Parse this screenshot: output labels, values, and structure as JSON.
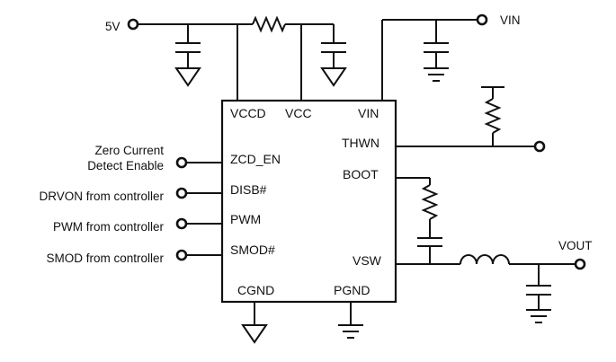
{
  "chip": {
    "pins": {
      "vccd": "VCCD",
      "vcc": "VCC",
      "vin": "VIN",
      "thwn": "THWN",
      "zcd_en": "ZCD_EN",
      "boot": "BOOT",
      "disb": "DISB#",
      "pwm": "PWM",
      "smod": "SMOD#",
      "vsw": "VSW",
      "cgnd": "CGND",
      "pgnd": "PGND"
    }
  },
  "rails": {
    "v5": "5V",
    "vin": "VIN",
    "vout": "VOUT"
  },
  "inputs": {
    "zcd_line1": "Zero Current",
    "zcd_line2": "Detect Enable",
    "drvon": "DRVON from controller",
    "pwm": "PWM from controller",
    "smod": "SMOD from controller"
  }
}
